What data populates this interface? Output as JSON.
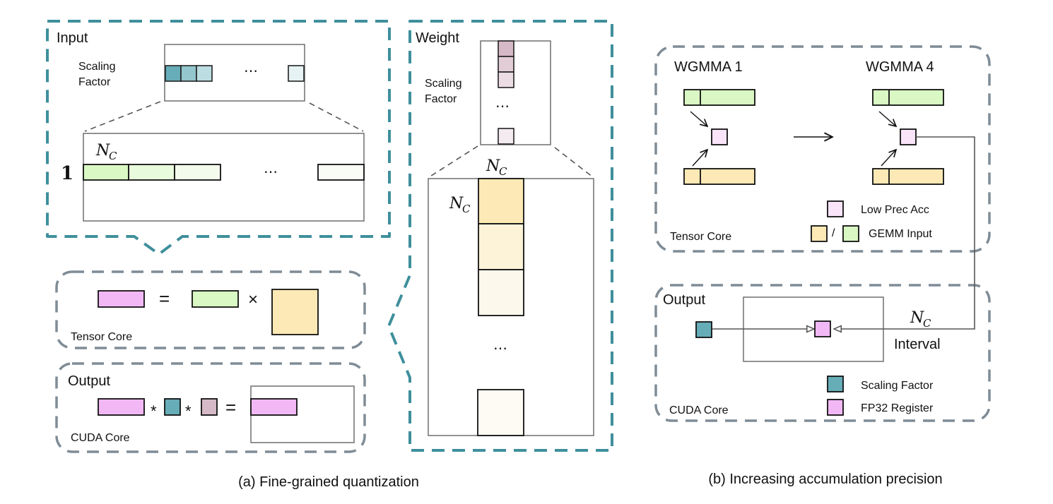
{
  "panel_a": {
    "caption": "(a) Fine-grained quantization",
    "input": {
      "title": "Input",
      "scaling_label_line1": "Scaling",
      "scaling_label_line2": "Factor",
      "ellipsis": "⋯",
      "row_label": "1",
      "nc_symbol": "N",
      "nc_subscript": "C"
    },
    "weight": {
      "title": "Weight",
      "scaling_label_line1": "Scaling",
      "scaling_label_line2": "Factor",
      "ellipsis": "⋯",
      "nc_symbol": "N",
      "nc_subscript": "C"
    },
    "tensor_core": {
      "label": "Tensor Core",
      "equals": "=",
      "times": "×"
    },
    "output": {
      "title": "Output",
      "label": "CUDA Core",
      "star": "*",
      "equals": "="
    }
  },
  "panel_b": {
    "caption": "(b) Increasing accumulation precision",
    "tensor_core": {
      "label": "Tensor Core",
      "wgmma_first": "WGMMA 1",
      "wgmma_last": "WGMMA 4",
      "legend": [
        {
          "swatch": "low-prec-acc",
          "label": "Low Prec Acc"
        },
        {
          "swatch": "gemm-input",
          "separator": "/",
          "label": "GEMM Input"
        }
      ]
    },
    "output": {
      "title": "Output",
      "label": "CUDA Core",
      "nc_symbol": "N",
      "nc_subscript": "C",
      "interval_label": "Interval",
      "legend": [
        {
          "swatch": "scaling-factor",
          "label": "Scaling Factor"
        },
        {
          "swatch": "fp32-register",
          "label": "FP32 Register"
        }
      ]
    }
  },
  "colors": {
    "teal_border": "#3f8f9c",
    "gray_border": "#7f8c96",
    "teal": "#66adb8",
    "teal_2": "#93c6cd",
    "teal_3": "#bcdde1",
    "teal_4": "#e6f2f3",
    "green": "#d9f8c3",
    "green_2": "#e8fbdc",
    "green_3": "#f3fcec",
    "green_4": "#f9fdf5",
    "mauve": "#d6b9c7",
    "mauve_2": "#e2cdd7",
    "mauve_3": "#ecdde4",
    "mauve_4": "#f3ebef",
    "yellow": "#fde9b5",
    "yellow_2": "#fcf3d9",
    "yellow_3": "#fdf8ec",
    "yellow_4": "#fefbf4",
    "pink": "#f2b8f5",
    "light_pink": "#f9e4fa"
  }
}
